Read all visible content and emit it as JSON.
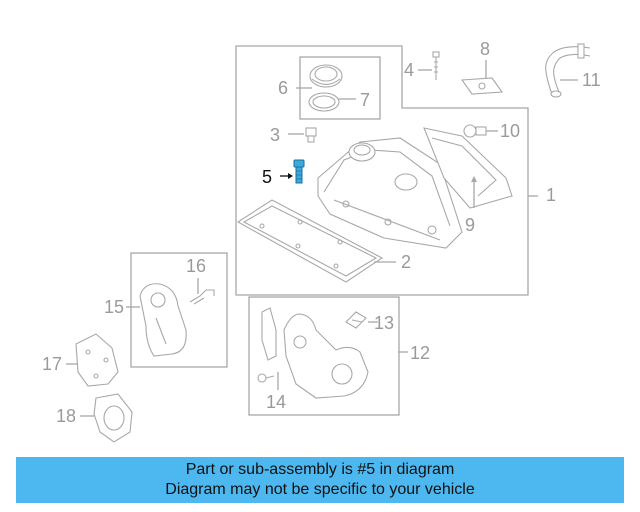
{
  "callouts": {
    "c1": "1",
    "c2": "2",
    "c3": "3",
    "c4": "4",
    "c5": "5",
    "c6": "6",
    "c7": "7",
    "c8": "8",
    "c9": "9",
    "c10": "10",
    "c11": "11",
    "c12": "12",
    "c13": "13",
    "c14": "14",
    "c15": "15",
    "c16": "16",
    "c17": "17",
    "c18": "18"
  },
  "highlighted_part": "5",
  "colors": {
    "highlight_part": "#3aa9e0",
    "banner": "#4db8f0",
    "line_art": "#a8a8a8"
  },
  "banner": {
    "line1": "Part or sub-assembly is #5 in diagram",
    "line2": "Diagram may not be specific to your vehicle"
  }
}
